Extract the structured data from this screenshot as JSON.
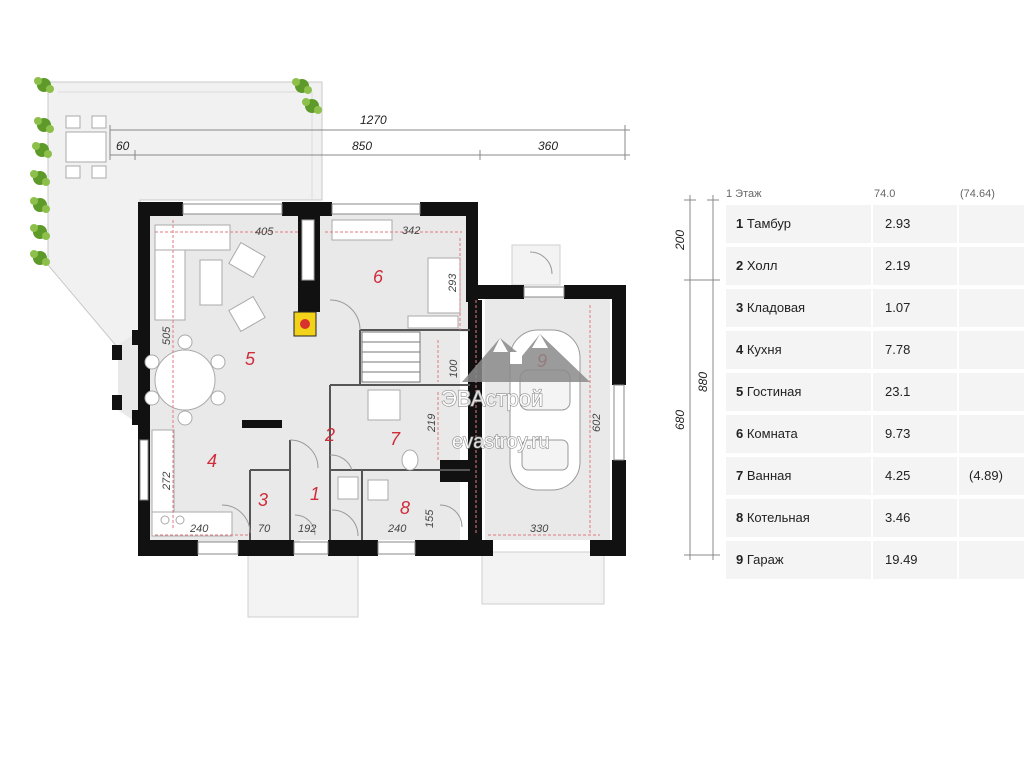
{
  "plan": {
    "dims": {
      "total_width": "1270",
      "terrace": "60",
      "main": "850",
      "garage": "360",
      "d405": "405",
      "d342": "342",
      "d293": "293",
      "d505": "505",
      "d100": "100",
      "d219": "219",
      "d602": "602",
      "d272": "272",
      "d240a": "240",
      "d70": "70",
      "d192": "192",
      "d240b": "240",
      "d155": "155",
      "d330": "330",
      "side_200": "200",
      "side_680": "680",
      "side_880": "880"
    },
    "room_labels": [
      "1",
      "2",
      "3",
      "4",
      "5",
      "6",
      "7",
      "8",
      "9"
    ],
    "colors": {
      "room_label": "#cf2d3a",
      "wall": "#111111",
      "fireplace": "#f3d21a",
      "plant": "#5d9a2a"
    }
  },
  "watermark": {
    "brand": "ЭВАстрой",
    "site": "evastroy.ru"
  },
  "table": {
    "header": {
      "floor": "1 Этаж",
      "area": "74.0",
      "area_total": "(74.64)"
    },
    "rows": [
      {
        "num": "1",
        "name": "Тамбур",
        "area": "2.93",
        "extra": ""
      },
      {
        "num": "2",
        "name": "Холл",
        "area": "2.19",
        "extra": ""
      },
      {
        "num": "3",
        "name": "Кладовая",
        "area": "1.07",
        "extra": ""
      },
      {
        "num": "4",
        "name": "Кухня",
        "area": "7.78",
        "extra": ""
      },
      {
        "num": "5",
        "name": "Гостиная",
        "area": "23.1",
        "extra": ""
      },
      {
        "num": "6",
        "name": "Комната",
        "area": "9.73",
        "extra": ""
      },
      {
        "num": "7",
        "name": "Ванная",
        "area": "4.25",
        "extra": "(4.89)"
      },
      {
        "num": "8",
        "name": "Котельная",
        "area": "3.46",
        "extra": ""
      },
      {
        "num": "9",
        "name": "Гараж",
        "area": "19.49",
        "extra": ""
      }
    ]
  }
}
